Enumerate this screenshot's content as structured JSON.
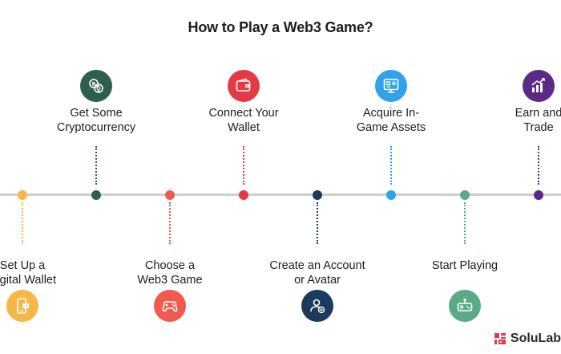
{
  "title": "How to Play a Web3 Game?",
  "steps": [
    {
      "label": "Set Up a\nDigital Wallet",
      "position": "below",
      "color": "#f7b748",
      "icon": "wallet-phone-icon"
    },
    {
      "label": "Get Some\nCryptocurrency",
      "position": "above",
      "color": "#2e5e4e",
      "icon": "crypto-coins-icon"
    },
    {
      "label": "Choose a\nWeb3 Game",
      "position": "below",
      "color": "#f05a4f",
      "icon": "gamepad-icon"
    },
    {
      "label": "Connect Your\nWallet",
      "position": "above",
      "color": "#e63946",
      "icon": "wallet-icon"
    },
    {
      "label": "Create an Account\nor Avatar",
      "position": "below",
      "color": "#1b3a5c",
      "icon": "user-add-icon"
    },
    {
      "label": "Acquire In-\nGame Assets",
      "position": "above",
      "color": "#2ea3e8",
      "icon": "monitor-assets-icon"
    },
    {
      "label": "Start Playing",
      "position": "below",
      "color": "#5aaa88",
      "icon": "arcade-controller-icon"
    },
    {
      "label": "Earn and\nTrade",
      "position": "above",
      "color": "#5b2a86",
      "icon": "growth-chart-icon"
    }
  ],
  "logo": {
    "text": "SoluLab",
    "icon": "solulab-logo-icon",
    "color": "#e63946"
  }
}
